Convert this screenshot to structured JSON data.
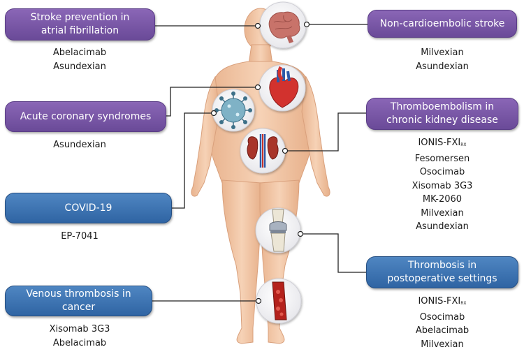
{
  "conditions": [
    {
      "id": "af",
      "label": "Stroke prevention in\natrial fibrillation",
      "color": "purple",
      "drugs": [
        "Abelacimab",
        "Asundexian"
      ]
    },
    {
      "id": "ncs",
      "label": "Non-cardioembolic stroke",
      "color": "purple",
      "drugs": [
        "Milvexian",
        "Asundexian"
      ]
    },
    {
      "id": "acs",
      "label": "Acute coronary syndromes",
      "color": "purple",
      "drugs": [
        "Asundexian"
      ]
    },
    {
      "id": "ckd",
      "label": "Thromboembolism in\nchronic kidney disease",
      "color": "purple",
      "drugs": [
        "IONIS-FXI",
        "Fesomersen",
        "Osocimab",
        "Xisomab 3G3",
        "MK-2060",
        "Milvexian",
        "Asundexian"
      ]
    },
    {
      "id": "covid",
      "label": "COVID-19",
      "color": "blue",
      "drugs": [
        "EP-7041"
      ]
    },
    {
      "id": "postop",
      "label": "Thrombosis in\npostoperative settings",
      "color": "blue",
      "drugs": [
        "IONIS-FXI",
        "Osocimab",
        "Abelacimab",
        "Milvexian"
      ]
    },
    {
      "id": "cancer",
      "label": "Venous thrombosis in cancer",
      "color": "blue",
      "drugs": [
        "Xisomab 3G3",
        "Abelacimab"
      ]
    }
  ],
  "drug_subscript": {
    "IONIS-FXI": "RX"
  },
  "organs": [
    {
      "id": "brain",
      "icon": "brain-icon"
    },
    {
      "id": "heart",
      "icon": "heart-icon"
    },
    {
      "id": "virus",
      "icon": "virus-icon"
    },
    {
      "id": "kidney",
      "icon": "kidney-icon"
    },
    {
      "id": "knee",
      "icon": "knee-joint-icon"
    },
    {
      "id": "vein",
      "icon": "vein-icon"
    }
  ],
  "colors": {
    "purple": "#7a58a8",
    "blue": "#3b70b0",
    "skin": "#f1c6a4",
    "connector": "#222222"
  }
}
